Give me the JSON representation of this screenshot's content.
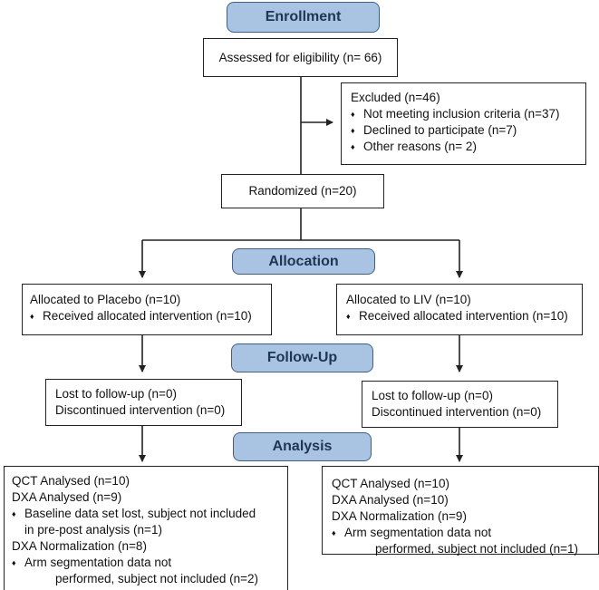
{
  "stages": {
    "enrollment": "Enrollment",
    "allocation": "Allocation",
    "follow_up": "Follow-Up",
    "analysis": "Analysis"
  },
  "assessed": "Assessed for eligibility (n= 66)",
  "excluded": {
    "title": "Excluded (n=46)",
    "bullet_glyph": "♦",
    "items": [
      "Not meeting inclusion criteria (n=37)",
      "Declined to participate (n=7)",
      "Other reasons (n= 2)"
    ]
  },
  "randomized": "Randomized (n=20)",
  "placebo": {
    "allocation": "Allocated to Placebo (n=10)",
    "received": "Received allocated intervention (n=10)",
    "lost": "Lost to follow-up (n=0)",
    "discontinued": "Discontinued intervention (n=0)",
    "analysis": {
      "qct": "QCT Analysed (n=10)",
      "dxa": "DXA Analysed (n=9)",
      "baseline_1": "Baseline data set lost, subject not included",
      "baseline_2": "in pre-post analysis (n=1)",
      "normalization": "DXA Normalization (n=8)",
      "arm_1": "Arm segmentation data not",
      "arm_2": "performed, subject not included (n=2)"
    }
  },
  "liv": {
    "allocation": "Allocated to LIV (n=10)",
    "received": "Received allocated intervention (n=10)",
    "lost": "Lost to follow-up (n=0)",
    "discontinued": "Discontinued intervention (n=0)",
    "analysis": {
      "qct": "QCT Analysed (n=10)",
      "dxa": "DXA Analysed (n=10)",
      "normalization": "DXA Normalization (n=9)",
      "arm_1": "Arm segmentation data not",
      "arm_2": "performed, subject not included (n=1)"
    }
  },
  "colors": {
    "stage_fill": "#a9c4e3",
    "stage_border": "#3f5f87",
    "stage_text": "#1f3554",
    "box_border": "#222222"
  }
}
